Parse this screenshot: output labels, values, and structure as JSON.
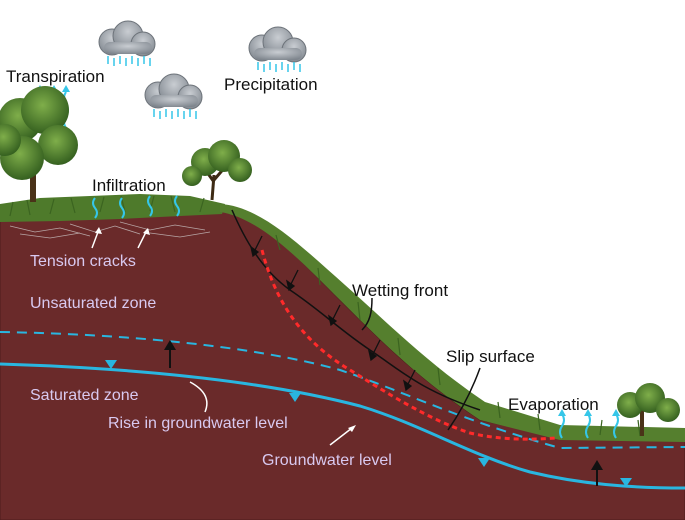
{
  "labels": {
    "transpiration": "Transpiration",
    "precipitation": "Precipitation",
    "infiltration": "Infiltration",
    "tension_cracks": "Tension cracks",
    "unsaturated_zone": "Unsaturated zone",
    "wetting_front": "Wetting front",
    "slip_surface": "Slip surface",
    "evaporation": "Evaporation",
    "saturated_zone": "Saturated zone",
    "rise_in_groundwater_level": "Rise in groundwater level",
    "groundwater_level": "Groundwater level"
  },
  "colors": {
    "soil": "#6a2a2a",
    "soil_edge": "#5a2222",
    "grass": "#4f7a2a",
    "water": "#29b6e0",
    "slip_surface": "#ff2a2a",
    "cloud": "#9aa1a8",
    "rain": "#35c6e8",
    "light_text": "#d9c9f0",
    "dark_text": "#111111"
  },
  "icons": [
    "cloud-icon",
    "rain-icon",
    "tree-icon",
    "arrow-up-icon",
    "water-level-triangle-icon"
  ]
}
